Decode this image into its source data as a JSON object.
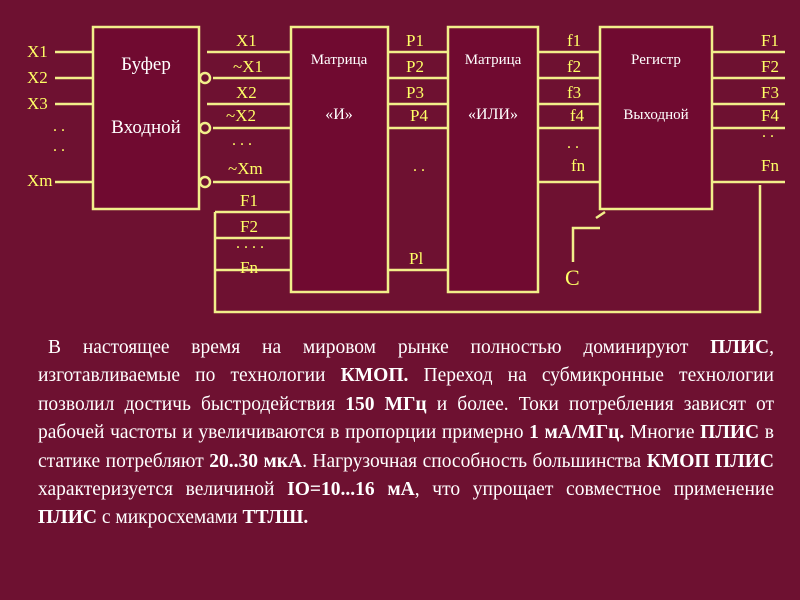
{
  "diagram": {
    "inputs": [
      "X1",
      "X2",
      "X3",
      ". .",
      ". .",
      "Xm"
    ],
    "buffer": {
      "title": "Буфер",
      "subtitle": "Входной"
    },
    "and_inputs": [
      "X1",
      "~X1",
      "X2",
      "~X2",
      ". . .",
      "~Xm",
      "F1",
      "F2",
      ". . . .",
      "Fn"
    ],
    "and_matrix": {
      "title": "Матрица",
      "subtitle": "«И»"
    },
    "products": [
      "P1",
      "P2",
      "P3",
      "P4",
      ". .",
      "Pl"
    ],
    "or_matrix": {
      "title": "Матрица",
      "subtitle": "«ИЛИ»"
    },
    "or_outputs": [
      "f1",
      "f2",
      "f3",
      "f4",
      ". .",
      "fn"
    ],
    "register": {
      "title": "Регистр",
      "subtitle": "Выходной"
    },
    "clock_label": "C",
    "outputs": [
      "F1",
      "F2",
      "F3",
      "F4",
      ". .",
      "Fn"
    ]
  },
  "paragraph": [
    {
      "text": "В настоящее время на мировом рынке полностью доминируют ",
      "bold": false
    },
    {
      "text": "ПЛИС",
      "bold": true
    },
    {
      "text": ", изготавливаемые по технологии ",
      "bold": false
    },
    {
      "text": "КМОП.",
      "bold": true
    },
    {
      "text": " Переход на субмикронные технологии позволил достичь быстродействия ",
      "bold": false
    },
    {
      "text": "150 МГц",
      "bold": true
    },
    {
      "text": " и более. Токи потребления зависят от рабочей частоты и увеличиваются в пропорции примерно ",
      "bold": false
    },
    {
      "text": "1 мА/МГц.",
      "bold": true
    },
    {
      "text": " Многие ",
      "bold": false
    },
    {
      "text": "ПЛИС",
      "bold": true
    },
    {
      "text": " в статике потребляют ",
      "bold": false
    },
    {
      "text": "20..30 мкА",
      "bold": true
    },
    {
      "text": ". Нагрузочная способность большинства ",
      "bold": false
    },
    {
      "text": "КМОП ПЛИС",
      "bold": true
    },
    {
      "text": " характеризуется величиной ",
      "bold": false
    },
    {
      "text": "IO=10...16 мА",
      "bold": true
    },
    {
      "text": ", что упрощает совместное применение ",
      "bold": false
    },
    {
      "text": "ПЛИС",
      "bold": true
    },
    {
      "text": " с микросхемами ",
      "bold": false
    },
    {
      "text": "ТТЛШ.",
      "bold": true
    }
  ]
}
